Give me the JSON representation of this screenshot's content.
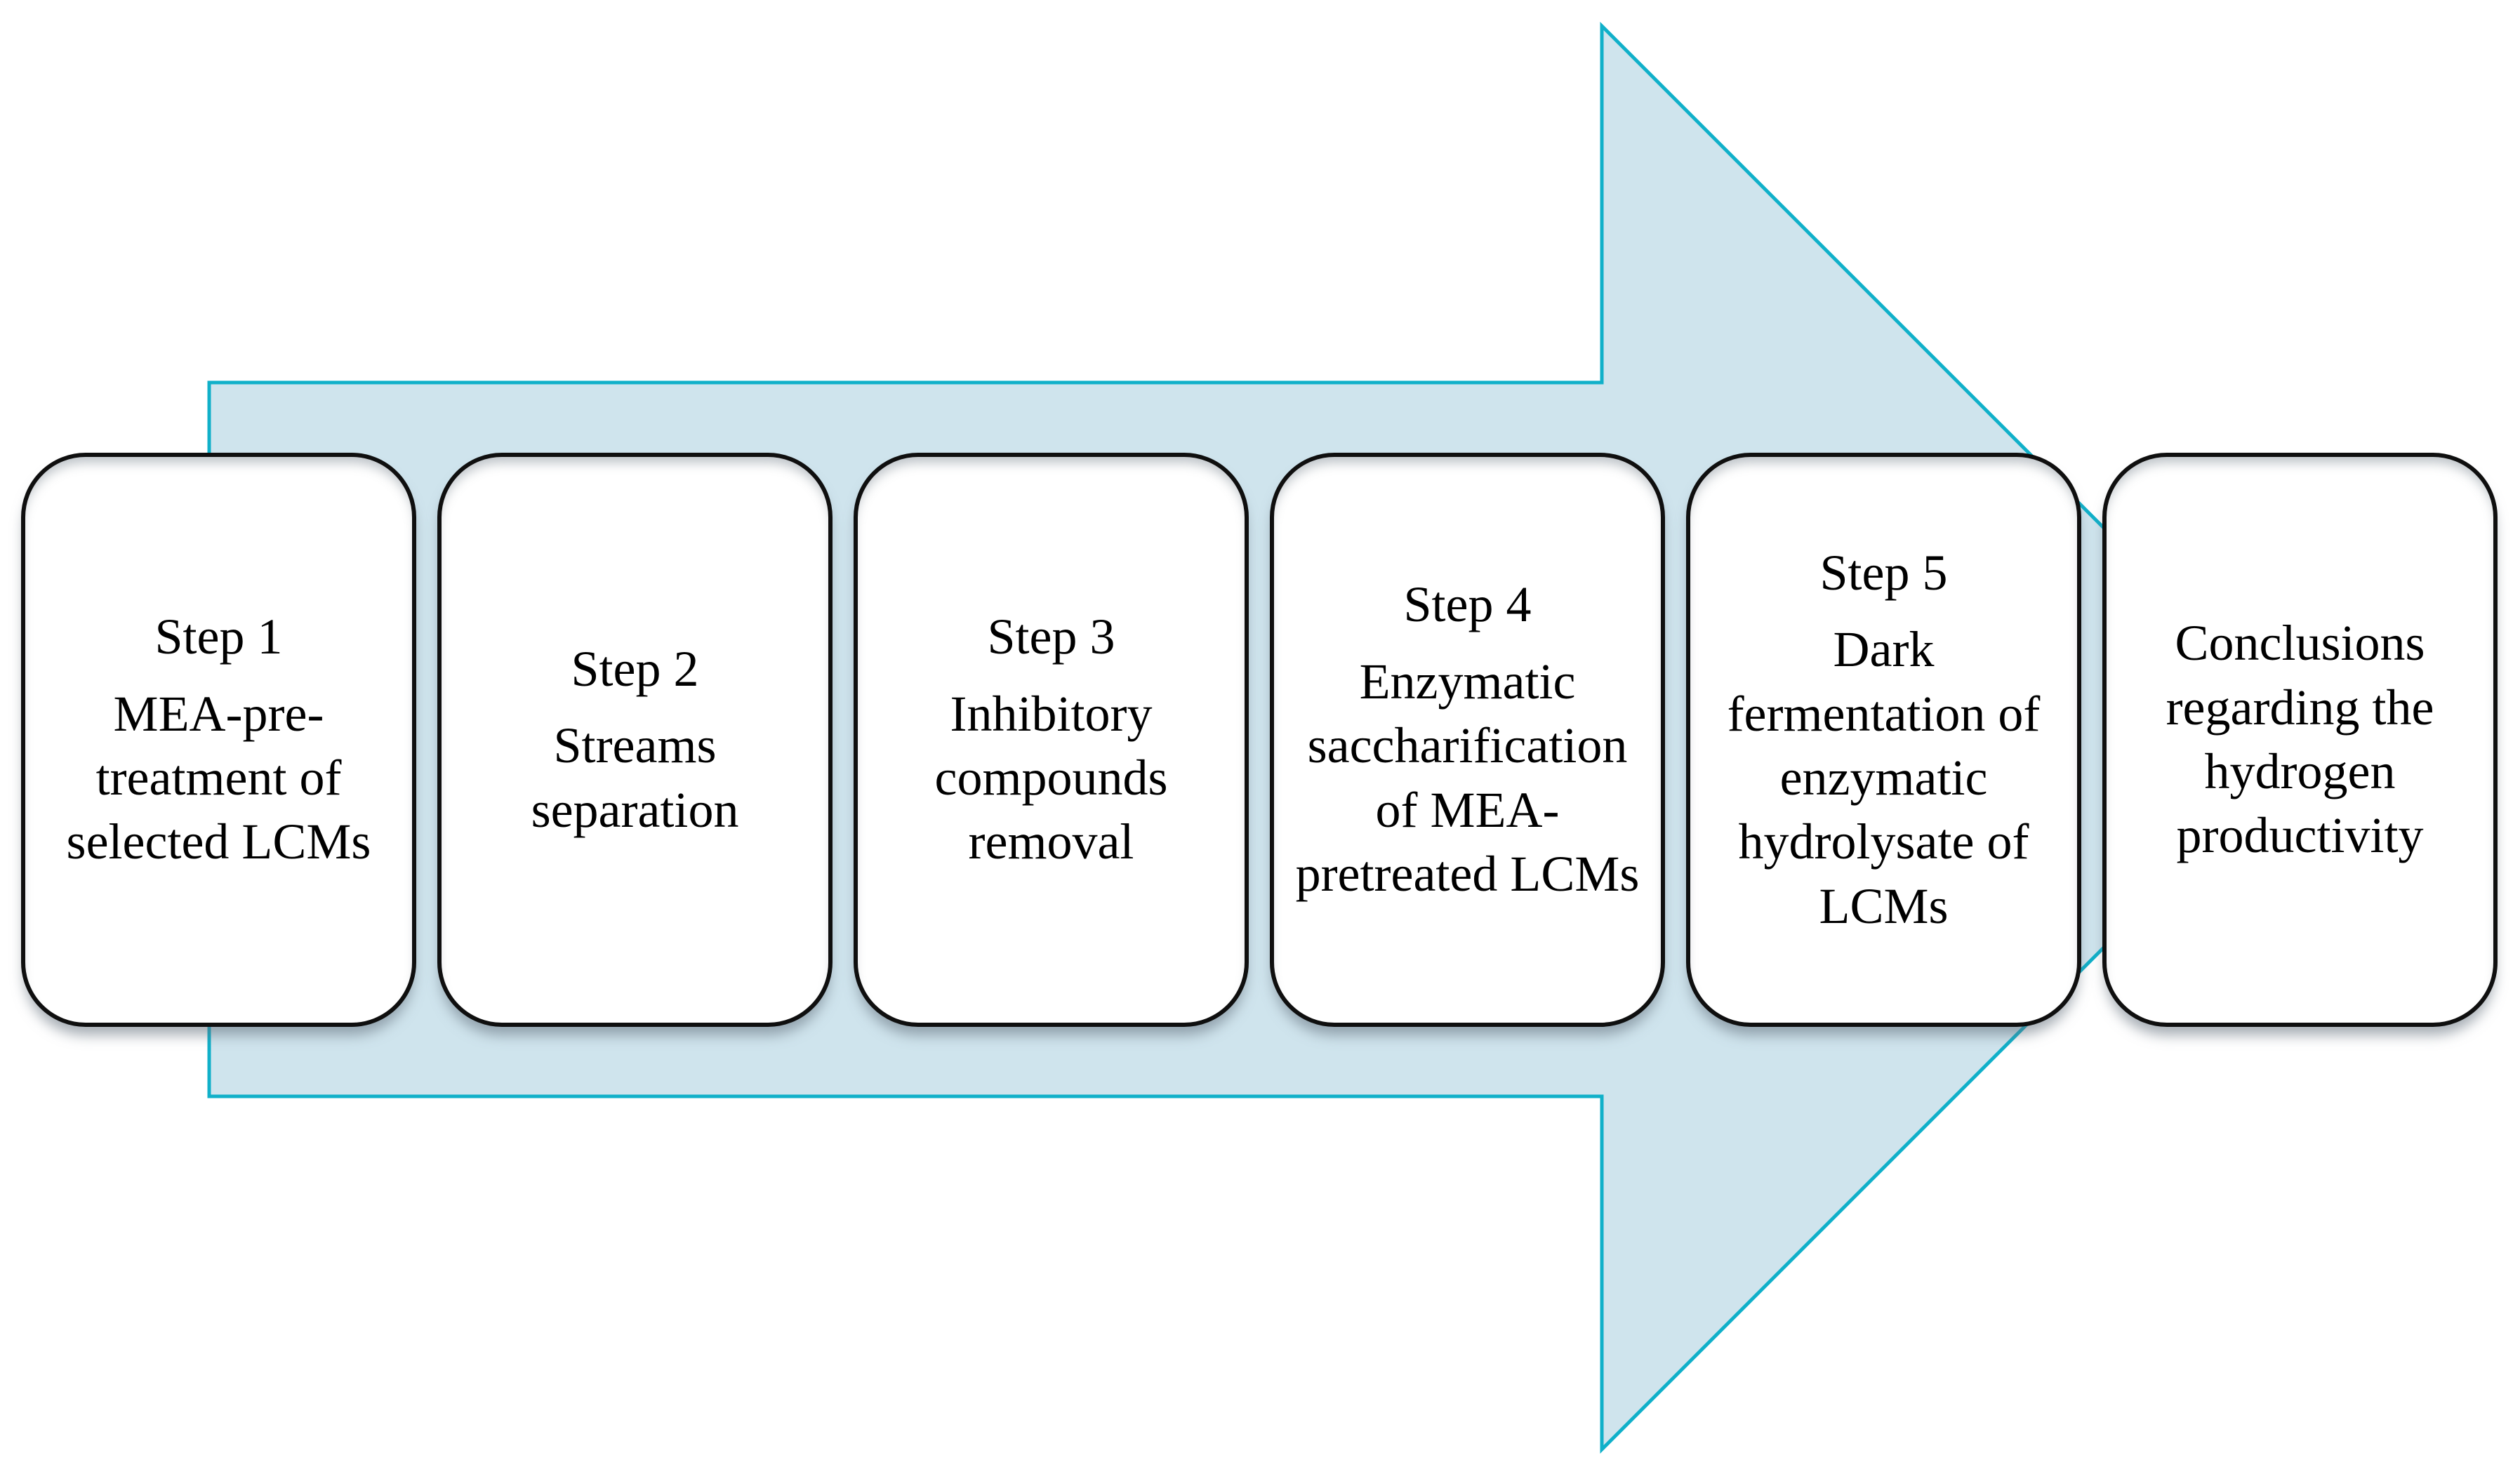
{
  "figure": {
    "description": "Process flow diagram of hydrogen production from lignocellulosic materials (LCMs)",
    "arrow": {
      "name": "process-flow-arrow",
      "fill_color": "#cfe4ed",
      "stroke_color": "#10b0c9"
    },
    "box_style": {
      "fill_color": "#ffffff",
      "border_color": "#0f0f0f"
    },
    "steps": [
      {
        "title": "Step 1",
        "body": "MEA-pre-\ntreatment of\nselected LCMs"
      },
      {
        "title": "Step 2",
        "body": "Streams\nseparation"
      },
      {
        "title": "Step 3",
        "body": "Inhibitory\ncompounds\nremoval"
      },
      {
        "title": "Step 4",
        "body": "Enzymatic\nsaccharification\nof MEA-\npretreated LCMs"
      },
      {
        "title": "Step 5",
        "body": "Dark\nfermentation of\nenzymatic\nhydrolysate of\nLCMs"
      },
      {
        "title": "",
        "body": "Conclusions\nregarding the\nhydrogen\nproductivity"
      }
    ]
  }
}
